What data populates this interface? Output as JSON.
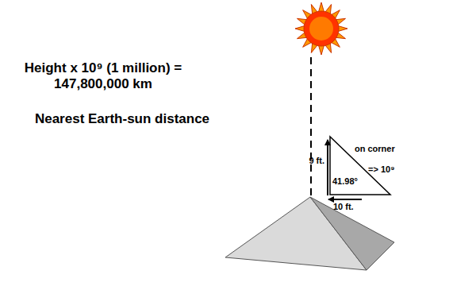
{
  "diagram": {
    "labels": [
      "Height x 10⁹ (1 million) = 147,800,000 km",
      "Nearest Earth-sun distance",
      "9 ft.",
      "41.98°",
      "10 ft.",
      "on corner",
      "=> 10⁹"
    ]
  }
}
